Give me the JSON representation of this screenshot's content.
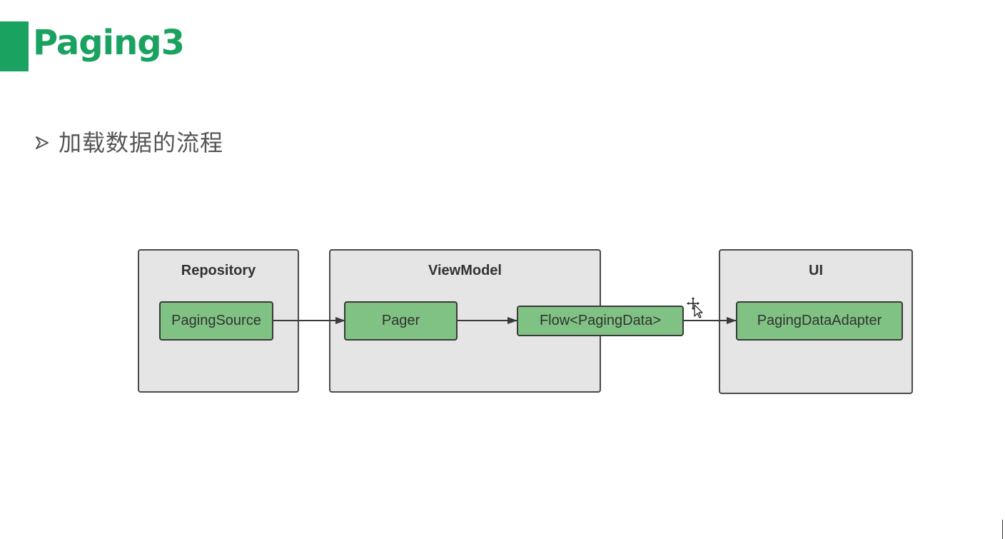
{
  "slide": {
    "title": "Paging3",
    "bullet": "加载数据的流程"
  },
  "diagram": {
    "containers": {
      "repository": "Repository",
      "viewmodel": "ViewModel",
      "ui": "UI"
    },
    "nodes": {
      "paging_source": "PagingSource",
      "pager": "Pager",
      "flow": "Flow<PagingData>",
      "adapter": "PagingDataAdapter"
    },
    "edges": [
      {
        "from": "PagingSource",
        "to": "Pager"
      },
      {
        "from": "Pager",
        "to": "Flow<PagingData>"
      },
      {
        "from": "Flow<PagingData>",
        "to": "PagingDataAdapter"
      }
    ]
  },
  "colors": {
    "accent": "#1aa260",
    "container_fill": "#e5e5e5",
    "node_fill": "#7fc283",
    "border": "#3a3a3a"
  }
}
